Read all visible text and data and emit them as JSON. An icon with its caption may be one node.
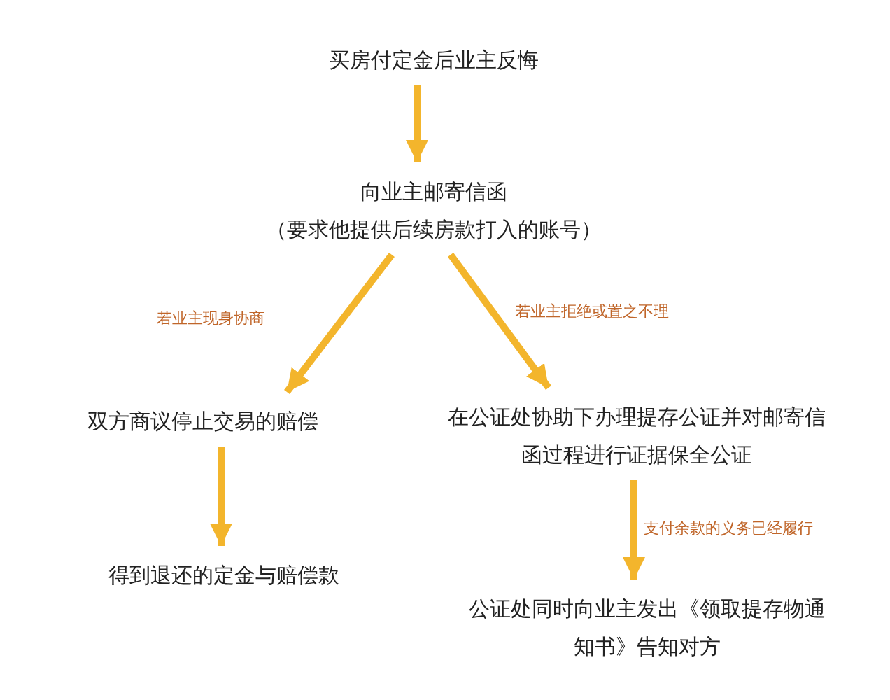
{
  "diagram": {
    "nodes": [
      {
        "text": [
          "买房付定金后业主反悔"
        ]
      },
      {
        "text": [
          "向业主邮寄信函",
          "（要求他提供后续房款打入的账号）"
        ]
      },
      {
        "text": [
          "双方商议停止交易的赔偿"
        ]
      },
      {
        "text": [
          "在公证处协助下办理提存公证并对邮寄信函过程进行证据保全公证"
        ]
      },
      {
        "text": [
          "得到退还的定金与赔偿款"
        ]
      },
      {
        "text": [
          "公证处同时向业主发出《领取提存物通知书》告知对方"
        ]
      }
    ],
    "edges": [
      {
        "from": 0,
        "to": 1,
        "arrow": "to"
      },
      {
        "from": 1,
        "to": 2,
        "arrow": "to",
        "label": "若业主现身协商"
      },
      {
        "from": 1,
        "to": 3,
        "arrow": "to",
        "label": "若业主拒绝或置之不理"
      },
      {
        "from": 2,
        "to": 4,
        "arrow": "to"
      },
      {
        "from": 3,
        "to": 5,
        "arrow": "to",
        "label": "支付余款的义务已经履行"
      }
    ]
  }
}
